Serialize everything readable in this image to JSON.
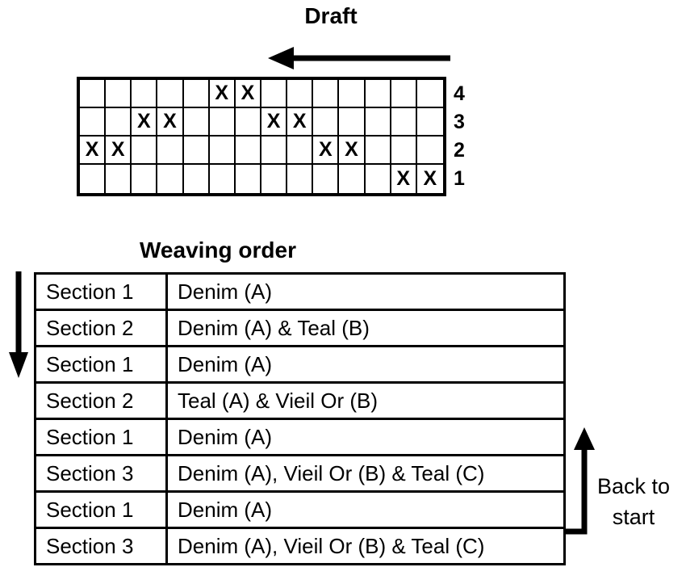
{
  "draft": {
    "title": "Draft",
    "columns": 14,
    "mark_char": "X",
    "rows": [
      {
        "label": "4",
        "marks": [
          6,
          7
        ]
      },
      {
        "label": "3",
        "marks": [
          3,
          4,
          8,
          9
        ]
      },
      {
        "label": "2",
        "marks": [
          1,
          2,
          10,
          11
        ]
      },
      {
        "label": "1",
        "marks": [
          13,
          14
        ]
      }
    ]
  },
  "weaving_order": {
    "title": "Weaving order",
    "rows": [
      {
        "section": "Section 1",
        "yarns": "Denim (A)"
      },
      {
        "section": "Section 2",
        "yarns": "Denim (A) & Teal (B)"
      },
      {
        "section": "Section 1",
        "yarns": "Denim (A)"
      },
      {
        "section": "Section 2",
        "yarns": "Teal (A) & Vieil Or (B)"
      },
      {
        "section": "Section 1",
        "yarns": "Denim (A)"
      },
      {
        "section": "Section 3",
        "yarns": "Denim (A), Vieil Or (B) & Teal (C)"
      },
      {
        "section": "Section 1",
        "yarns": "Denim (A)"
      },
      {
        "section": "Section 3",
        "yarns": "Denim (A), Vieil Or (B) & Teal (C)"
      }
    ]
  },
  "annotations": {
    "back_to_start_line1": "Back to",
    "back_to_start_line2": "start"
  },
  "colors": {
    "ink": "#000000",
    "background": "#ffffff"
  }
}
